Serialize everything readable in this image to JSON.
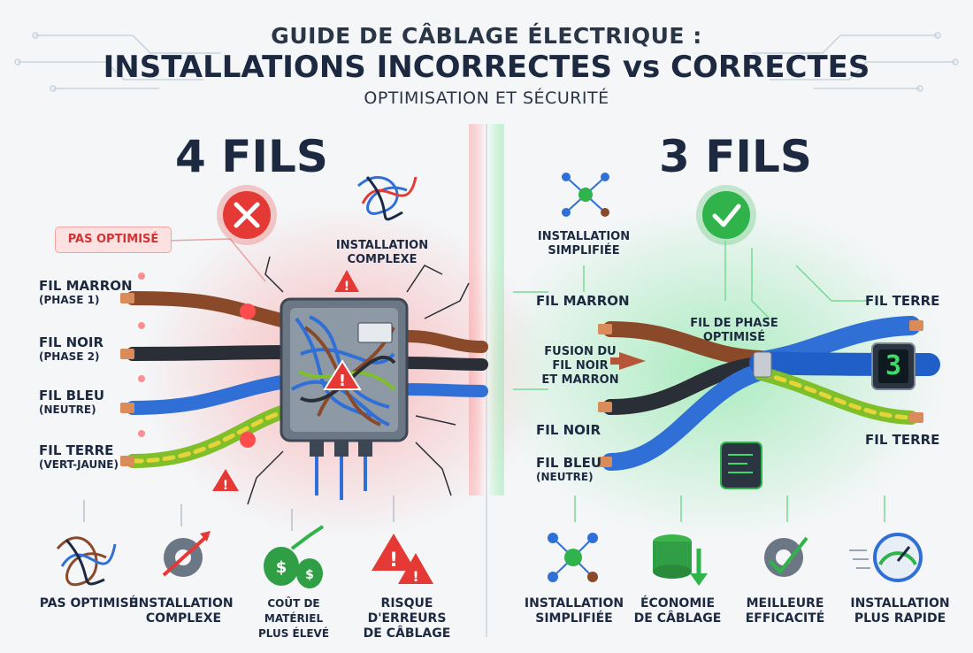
{
  "title": {
    "line1": "GUIDE DE CÂBLAGE ÉLECTRIQUE :",
    "line2": "INSTALLATIONS INCORRECTES vs CORRECTES",
    "line3": "OPTIMISATION ET SÉCURITÉ"
  },
  "left": {
    "heading": "4 FILS",
    "badge": "PAS OPTIMISÉ",
    "complex_label": [
      "INSTALLATION",
      "COMPLEXE"
    ],
    "wires": [
      {
        "name": "FIL MARRON",
        "sub": "(PHASE 1)",
        "color": "#8a4a2a"
      },
      {
        "name": "FIL NOIR",
        "sub": "(PHASE 2)",
        "color": "#2a2e36"
      },
      {
        "name": "FIL BLEU",
        "sub": "(NEUTRE)",
        "color": "#2f6fd6"
      },
      {
        "name": "FIL TERRE",
        "sub": "(VERT-JAUNE)",
        "color": "#7fbf2a"
      }
    ],
    "bottom": [
      {
        "line1": "PAS OPTIMISÉ",
        "line2": ""
      },
      {
        "line1": "INSTALLATION",
        "line2": "COMPLEXE"
      },
      {
        "line1": "COÛT DE MATÉRIEL",
        "line2": "PLUS ÉLEVÉ"
      },
      {
        "line1": "RISQUE D'ERREURS",
        "line2": "DE CÂBLAGE"
      }
    ],
    "accent": "#e53935"
  },
  "right": {
    "heading": "3 FILS",
    "simple_label": [
      "INSTALLATION",
      "SIMPLIFIÉE"
    ],
    "fil_marron": "FIL MARRON",
    "fusion": [
      "FUSION DU",
      "FIL NOIR",
      "ET MARRON"
    ],
    "fil_noir": "FIL NOIR",
    "fil_bleu": "FIL BLEU",
    "fil_bleu_sub": "(NEUTRE)",
    "phase_opt": [
      "FIL DE PHASE",
      "OPTIMISÉ"
    ],
    "fil_terre_top": "FIL TERRE",
    "fil_terre_bottom": "FIL TERRE",
    "counter": "3",
    "bottom": [
      {
        "line1": "INSTALLATION",
        "line2": "SIMPLIFIÉE"
      },
      {
        "line1": "ÉCONOMIE",
        "line2": "DE CÂBLAGE"
      },
      {
        "line1": "MEILLEURE",
        "line2": "EFFICACITÉ"
      },
      {
        "line1": "INSTALLATION",
        "line2": "PLUS RAPIDE"
      }
    ],
    "accent": "#2fb34a"
  },
  "icons": {
    "fail": "cross-icon",
    "ok": "check-icon",
    "tangle": "tangled-wire-icon",
    "network": "network-node-icon",
    "gear_arrow": "gear-arrow-icon",
    "money": "money-bag-icon",
    "warning": "warning-icon",
    "spool": "cable-spool-icon",
    "gauge": "speed-gauge-icon",
    "chip": "control-module-icon",
    "junction": "junction-box-icon"
  }
}
